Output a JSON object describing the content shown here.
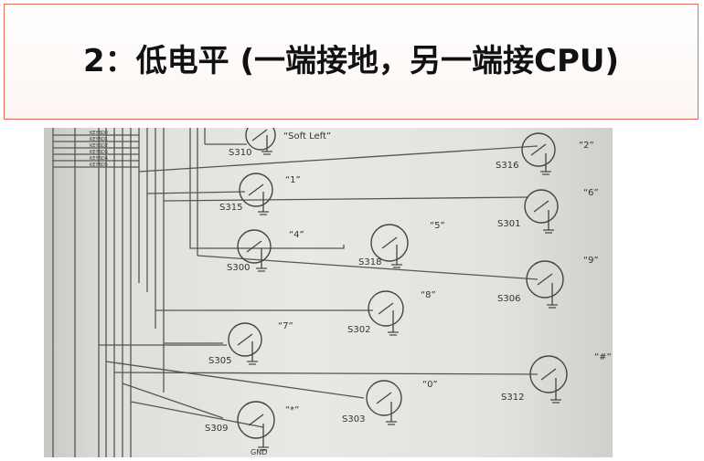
{
  "slide": {
    "title": "2：低电平 (一端接地，另一端接CPU)"
  },
  "schematic": {
    "pin_labels": [
      "KEYBD0",
      "KEYBD1",
      "KEYBD2",
      "KEYBD3",
      "KEYBD4",
      "KEYBD5"
    ],
    "switches": [
      {
        "ref": "S310",
        "key": "“Soft Left”"
      },
      {
        "ref": "S316",
        "key": "“2”"
      },
      {
        "ref": "S315",
        "key": "“1”"
      },
      {
        "ref": "S301",
        "key": "“6”"
      },
      {
        "ref": "S300",
        "key": "“4”"
      },
      {
        "ref": "S318",
        "key": "“5”"
      },
      {
        "ref": "S306",
        "key": "“9”"
      },
      {
        "ref": "S302",
        "key": "“8”"
      },
      {
        "ref": "S305",
        "key": "“7”"
      },
      {
        "ref": "S312",
        "key": "“#”"
      },
      {
        "ref": "S303",
        "key": "“0”"
      },
      {
        "ref": "S309",
        "key": "“*”"
      }
    ],
    "ground_label": "GND"
  }
}
